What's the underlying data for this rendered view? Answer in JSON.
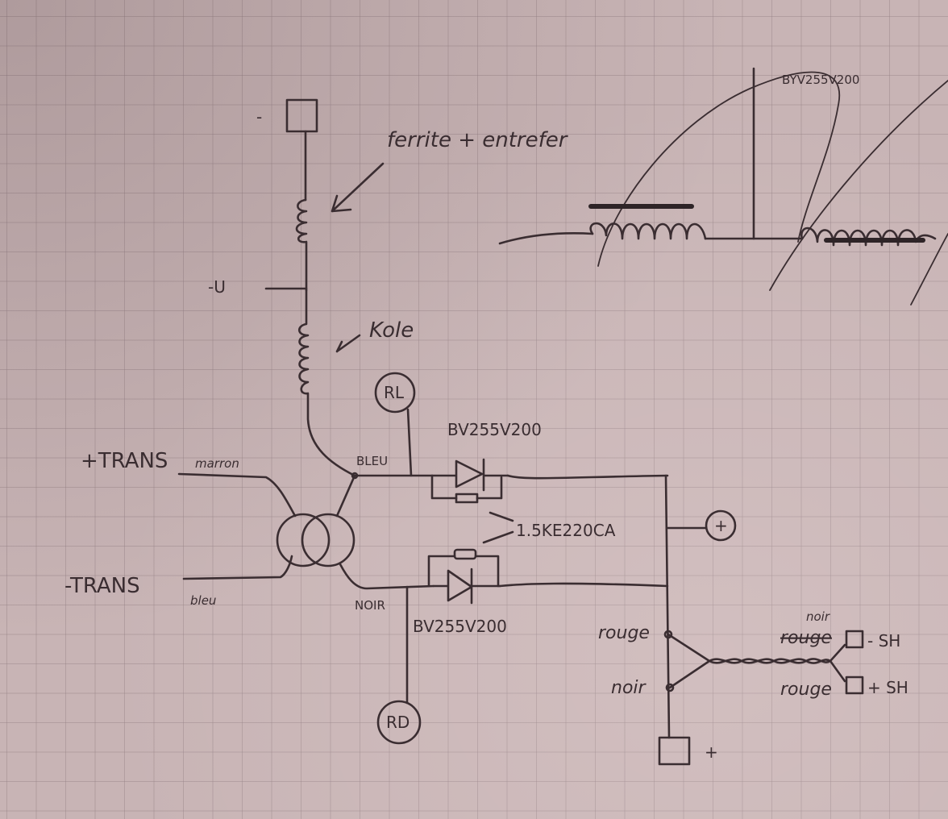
{
  "diagram": {
    "terminal_top_minus": "-",
    "ferrite_note": "ferrite + entrefer",
    "minus_u": "-U",
    "kole_note": "Kole",
    "rl": "RL",
    "rd": "RD",
    "plus_trans": "+TRANS",
    "minus_trans": "-TRANS",
    "marron": "marron",
    "bleu_lower": "bleu",
    "bleu_caps": "BLEU",
    "noir_caps": "NOIR",
    "diode_top": "BV255V200",
    "diode_bottom": "BV255V200",
    "tvs": "1.5KE220CA",
    "plus_circle": "+",
    "rouge_left": "rouge",
    "noir_left": "noir",
    "noir_right": "noir",
    "struck_word": "rouge",
    "rouge_right": "rouge",
    "minus_sh": "- SH",
    "plus_sh": "+ SH",
    "terminal_bottom_plus": "+",
    "sketch_label": "BYV255V200"
  },
  "colors": {
    "ink": "#3a2d31",
    "paper": "#c8b4b5"
  }
}
